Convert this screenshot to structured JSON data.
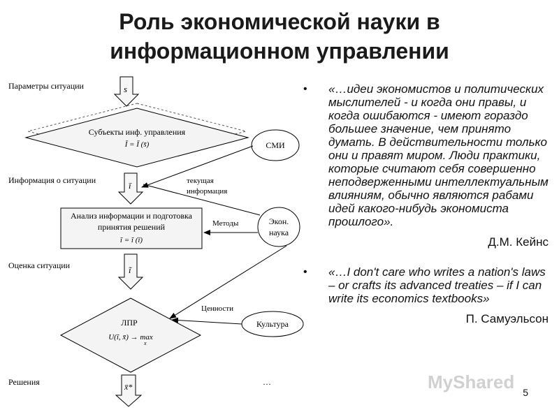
{
  "title": {
    "line1": "Роль экономической науки в",
    "line2": "информационном управлении"
  },
  "flowchart": {
    "label_situation_params": "Параметры ситуации",
    "symbol_s": "s",
    "subjects_title": "Субъекты инф. управления",
    "subjects_formula": "Ī = Ī (s̄)",
    "node_smi": "СМИ",
    "label_situation_info": "Информация о ситуации",
    "symbol_i": "ī",
    "label_current_info_1": "текущая",
    "label_current_info_2": "информация",
    "analysis_line1": "Анализ информации и подготовка",
    "analysis_line2": "принятия решений",
    "analysis_formula": "ĩ = ĩ (ī)",
    "label_methods": "Методы",
    "node_econ_1": "Экон.",
    "node_econ_2": "наука",
    "label_assessment": "Оценка ситуации",
    "symbol_i_hat": "ĩ",
    "dm_title": "ЛПР",
    "dm_formula": "U(ĩ, x̄) → max",
    "dm_formula_sub": "x",
    "label_values": "Ценности",
    "node_culture": "Культура",
    "label_decisions": "Решения",
    "symbol_x": "x̄*",
    "ellipsis": "…"
  },
  "quotes": [
    {
      "text": "«…идеи экономистов и политических мыслителей - и когда они правы, и когда ошибаются - имеют гораздо большее значение, чем принято думать. В действительности только они и правят миром. Люди практики, которые считают себя совершенно неподверженными интеллектуальным влияниям, обычно являются рабами идей какого-нибудь экономиста прошлого».",
      "author": "Д.М. Кейнс"
    },
    {
      "text": "«…I don't care who writes a nation's laws – or crafts its advanced treaties – if I can write its economics textbooks»",
      "author": "П. Самуэльсон"
    }
  ],
  "bullet": "•",
  "page_number": "5",
  "watermark": "MyShared"
}
